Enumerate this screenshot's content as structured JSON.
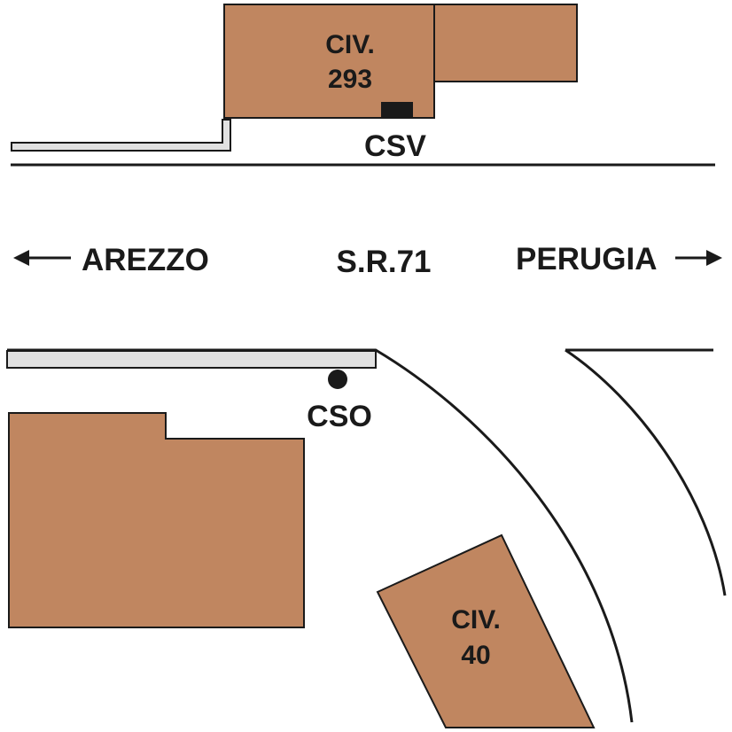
{
  "road": {
    "name": "S.R.71",
    "left_destination": "AREZZO",
    "right_destination": "PERUGIA"
  },
  "buildings": [
    {
      "id": "civ-293",
      "label_line1": "CIV.",
      "label_line2": "293"
    },
    {
      "id": "civ-40",
      "label_line1": "CIV.",
      "label_line2": "40"
    },
    {
      "id": "unlabeled-building"
    }
  ],
  "stations": {
    "csv": "CSV",
    "cso": "CSO"
  },
  "colors": {
    "building": "#c08660",
    "sidewalk": "#e1e1e1",
    "ink": "#1a1a1a",
    "background": "#ffffff"
  }
}
